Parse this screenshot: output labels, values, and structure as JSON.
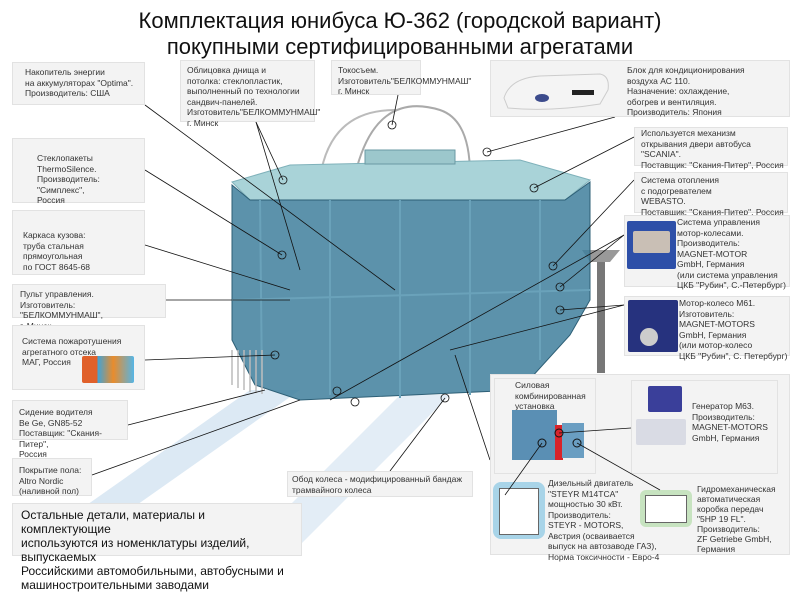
{
  "title": {
    "line1": "Комплектация юнибуса Ю-362 (городской вариант)",
    "line2": "покупными сертифицированными агрегатами"
  },
  "callouts": {
    "battery": "Накопитель энергии\nна аккумуляторах \"Optima\".\nПроизводитель: США",
    "cladding": "Облицовка днища и\nпотолка: стеклопластик,\nвыполненный по технологии\nсандвич-панелей.\nИзготовитель\"БЕЛКОММУНМАШ\"\nг. Минск",
    "current_collector": "Токосъем.\nИзготовитель\"БЕЛКОММУНМАШ\"\nг. Минск",
    "air_conditioner": "Блок для кондиционирования\nвоздуха АС 110.\nНазначение: охлаждение,\nобогрев и вентиляция.\nПроизводитель: Япония",
    "glazing": "Стеклопакеты\nThermoSilence.\nПроизводитель: \"Симплекс\",\nРоссия",
    "frame": "Каркаса кузова:\nтруба стальная прямоугольная\nпо ГОСТ 8645-68",
    "control_panel": "Пульт управления.\nИзготовитель: \"БЕЛКОММУНМАШ\",\nг. Минск",
    "fire_suppression": "Система пожаротушения\nагрегатного отсека\nМАГ, Россия",
    "driver_seat": "Сидение водителя\nBe Ge, GN85-52\nПоставщик: \"Скания-Питер\",\nРоссия",
    "floor": "Покрытие пола:\nAltro Nordic\n(наливной пол)",
    "door_mechanism": "Используется механизм\nоткрывания двери автобуса\n\"SCANIA\".\nПоставщик: \"Скания-Питер\", Россия",
    "heating": "Система отопления\nс подогревателем\nWEBASTO.\nПоставщик: \"Скания-Питер\", Россия",
    "motor_control": "Система управления\nмотор-колесами.\nПроизводитель:\nMAGNET-MOTOR\nGmbH, Германия\n(или система управления\nЦКБ \"Рубин\", С.-Петербург)",
    "motor_wheel": "Мотор-колесо М61.\nИзготовитель:\nMAGNET-MOTORS\nGmbH, Германия\n(или мотор-колесо\nЦКБ \"Рубин\", С. Петербург)",
    "wheel_rim": "Обод колеса - модифицированный  бандаж\nтрамвайного колеса",
    "power_unit": "Силовая\nкомбинированная\nустановка",
    "generator": "Генератор М63.\nПроизводитель:\nMAGNET-MOTORS\nGmbH, Германия",
    "diesel": "Дизельный двигатель\n\"STEYR M14TCA\"\nмощностью 30 кВт.\nПроизводитель:\nSTEYR - MOTORS,\nАвстрия (осваивается\nвыпуск на автозаводе ГАЗ),\nНорма токсичности - Евро-4",
    "transmission": "Гидромеханическая\nавтоматическая\nкоробка передач\n\"5HP 19 FL\".\nПроизводитель:\nZF Getriebe GmbH,\nГермания"
  },
  "footer_note": "Остальные детали, материалы и комплектующие\nиспользуются из номенклатуры изделий, выпускаемых\nРоссийскими автомобильными, автобусными и\nмашиностроительными заводами",
  "colors": {
    "body_glass": "#3f7f9c",
    "roof": "#a9d3d8",
    "box_bg": "#f3f3f3",
    "generator_red": "#d8232a"
  }
}
